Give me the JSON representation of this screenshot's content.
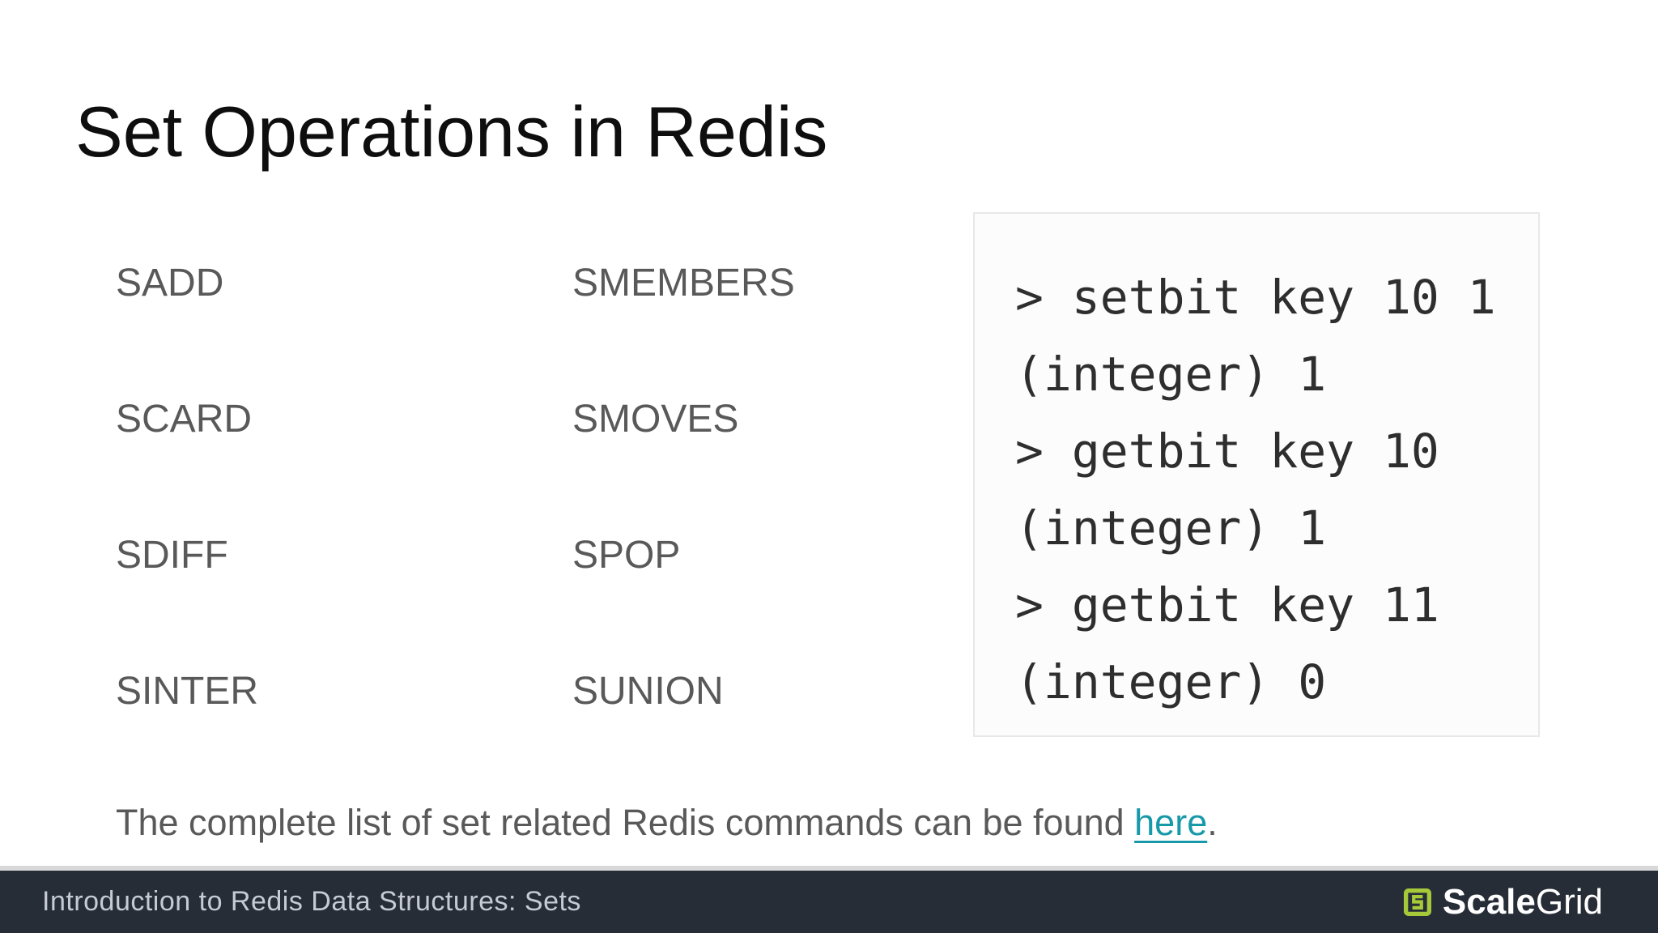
{
  "slide": {
    "title": "Set Operations in Redis",
    "commands": {
      "left": [
        "SADD",
        "SCARD",
        "SDIFF",
        "SINTER"
      ],
      "right": [
        "SMEMBERS",
        "SMOVES",
        "SPOP",
        "SUNION"
      ]
    },
    "terminal": {
      "lines": [
        "> setbit key 10 1",
        "(integer) 1",
        "> getbit key 10",
        "(integer) 1",
        "> getbit key 11",
        "(integer) 0"
      ]
    },
    "note": {
      "text_before_link": "The complete list of set related Redis commands can be found ",
      "link_text": "here",
      "text_after_link": "."
    }
  },
  "footer": {
    "caption": "Introduction to Redis Data Structures: Sets",
    "brand": {
      "bold": "Scale",
      "regular": "Grid"
    }
  },
  "colors": {
    "link_teal": "#1899aa",
    "brand_lime": "#a6c939",
    "footer_bg": "#272d37",
    "command_gray": "#595959",
    "terminal_bg": "#fcfcfc",
    "terminal_border": "#e8e8e8"
  }
}
